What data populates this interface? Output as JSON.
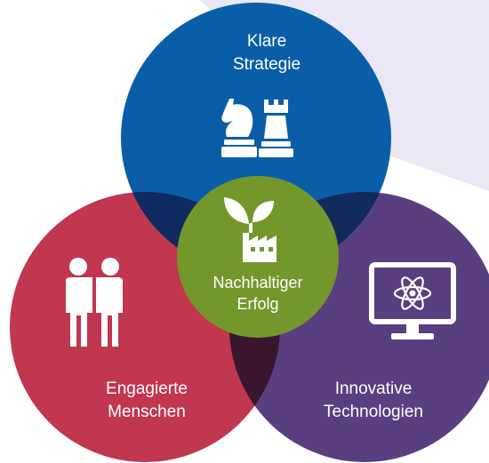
{
  "diagram": {
    "colors": {
      "background_shape": "#eae8f4",
      "strategy": "#0a5ea8",
      "people": "#c0374f",
      "technology": "#5a3f80",
      "overlap_dark": "#0f2a5e",
      "triple_overlap": "#3a1530",
      "center": "#74972c",
      "icon": "#ffffff"
    },
    "top": {
      "line1": "Klare",
      "line2": "Strategie",
      "icon": "chess-knight-rook-icon"
    },
    "left": {
      "line1": "Engagierte",
      "line2": "Menschen",
      "icon": "two-people-icon"
    },
    "right": {
      "line1": "Innovative",
      "line2": "Technologien",
      "icon": "monitor-atom-icon"
    },
    "center": {
      "line1": "Nachhaltiger",
      "line2": "Erfolg",
      "icon": "factory-leaf-icon"
    }
  }
}
